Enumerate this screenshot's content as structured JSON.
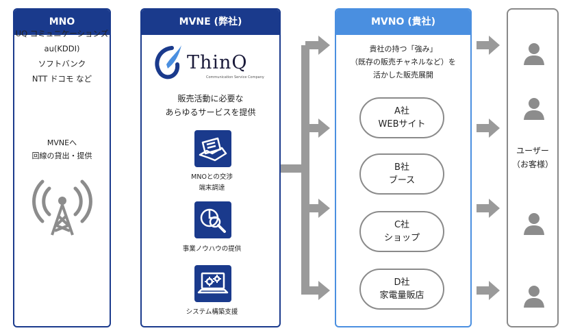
{
  "columns": {
    "mno": {
      "title": "MNO",
      "carriers": [
        "UQ コミュニケーションズ",
        "au(KDDI)",
        "ソフトバンク",
        "NTT ドコモ など"
      ],
      "service_lines": [
        "MVNEへ",
        "回線の貸出・提供"
      ]
    },
    "mvne": {
      "title": "MVNE (弊社)",
      "logo_text": "ThinQ",
      "logo_tagline": "Communication Service Company",
      "desc_lines": [
        "販売活動に必要な",
        "あらゆるサービスを提供"
      ],
      "services": [
        {
          "icon": "handshake-document-icon",
          "lines": [
            "MNOとの交渉",
            "端末調達"
          ]
        },
        {
          "icon": "pie-chart-magnifier-icon",
          "lines": [
            "事業ノウハウの提供"
          ]
        },
        {
          "icon": "laptop-gears-icon",
          "lines": [
            "システム構築支援"
          ]
        }
      ]
    },
    "mvno": {
      "title": "MVNO (貴社)",
      "desc_lines": [
        "貴社の持つ「強み」",
        "（既存の販売チャネルなど）を",
        "活かした販売展開"
      ],
      "channels": [
        {
          "lines": [
            "A社",
            "WEBサイト"
          ]
        },
        {
          "lines": [
            "B社",
            "ブース"
          ]
        },
        {
          "lines": [
            "C社",
            "ショップ"
          ]
        },
        {
          "lines": [
            "D社",
            "家電量販店"
          ]
        }
      ]
    },
    "users": {
      "lines": [
        "ユーザー",
        "（お客様）"
      ],
      "icons": [
        "person-icon",
        "person-icon",
        "person-icon",
        "person-icon"
      ]
    }
  },
  "colors": {
    "navy": "#1a3a8c",
    "blue": "#4a8fe0",
    "arrow_gray": "#9a9a9a",
    "pill_border": "#8a8a8a"
  }
}
